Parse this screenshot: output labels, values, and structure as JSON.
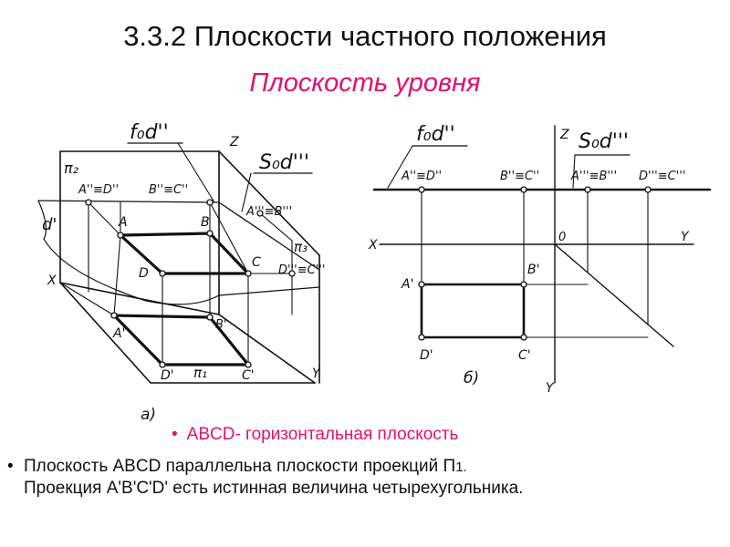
{
  "slide": {
    "title": "3.3.2 Плоскости частного положения",
    "subtitle": "Плоскость уровня",
    "bullet": "ABCD- горизонтальная плоскость",
    "body_line1_main": "Плоскость ABCD параллельна плоскости проекций П",
    "body_line1_sub": "1.",
    "body_line2": "Проекция A'B'C'D' есть истинная величина четырехугольника."
  },
  "diagram_a": {
    "f_label": "f₀d''",
    "s_label": "S₀d'''",
    "pi2": "π₂",
    "pi3": "π₃",
    "pi1": "π₁",
    "z": "Z",
    "x": "X",
    "y": "Y",
    "d_trace": "d'",
    "a2d2": "A''≡D''",
    "b2c2": "B''≡C''",
    "a3b3": "A'''≡B'''",
    "d3c3": "D'''≡C'''",
    "A": "A",
    "B": "B",
    "C": "C",
    "D": "D",
    "A1": "A'",
    "B1": "B'",
    "C1": "C'",
    "D1": "D'",
    "caption": "a)"
  },
  "diagram_b": {
    "f_label": "f₀d''",
    "s_label": "S₀d'''",
    "z": "Z",
    "x": "X",
    "y_right": "Y",
    "y_bottom": "Y",
    "origin": "0",
    "a2d2": "A''≡D''",
    "b2c2": "B''≡C''",
    "a3b3": "A'''≡B'''",
    "d3c3": "D'''≡C'''",
    "A1": "A'",
    "B1": "B'",
    "C1": "C'",
    "D1": "D'",
    "caption": "б)"
  },
  "colors": {
    "accent": "#e0116e",
    "text": "#111111",
    "line": "#111111"
  }
}
